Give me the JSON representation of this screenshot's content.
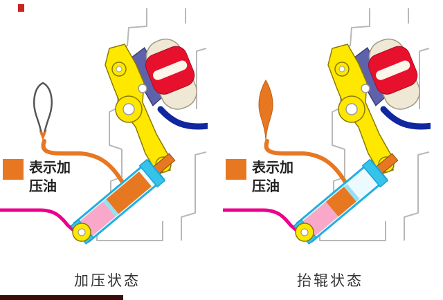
{
  "figure": {
    "panels": [
      {
        "id": "pressurized",
        "caption": "加压状态",
        "legend_label": "表示加压油"
      },
      {
        "id": "roller-lifted",
        "caption": "抬辊状态",
        "legend_label": "表示加压油"
      }
    ],
    "colors": {
      "pressure_oil_orange": "#e87722",
      "lever_yellow": "#ffe800",
      "roller_red": "#e8112d",
      "roller_cream": "#efe8d5",
      "cylinder_cyan": "#2bb9e6",
      "piston_pink": "#f9a8c9",
      "hose_dark_blue": "#1027a0",
      "pipe_magenta": "#ec008c",
      "wedge_purple": "#5e62ab",
      "frame_gray": "#b8b8b8"
    }
  }
}
